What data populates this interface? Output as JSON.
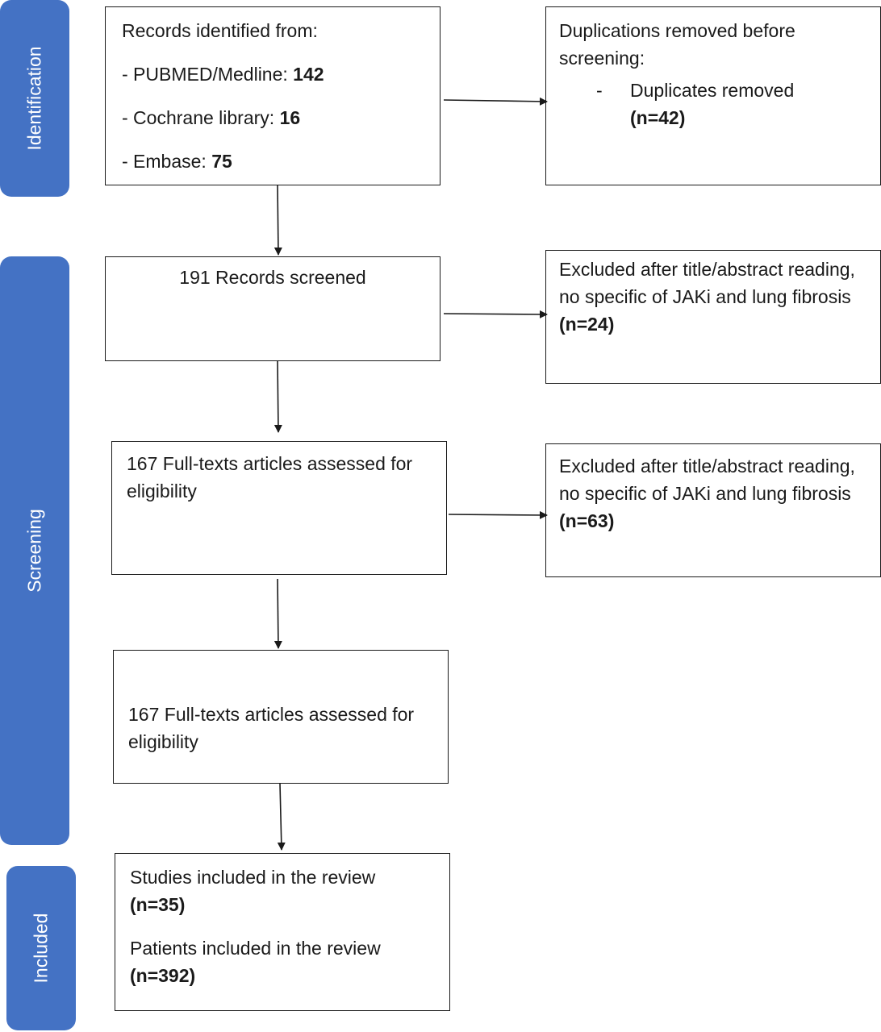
{
  "phases": {
    "identification": "Identification",
    "screening": "Screening",
    "included": "Included"
  },
  "identified": {
    "heading": "Records identified from:",
    "pubmed_label": "- PUBMED/Medline: ",
    "pubmed_count": "142",
    "cochrane_label": "- Cochrane library: ",
    "cochrane_count": "16",
    "embase_label": "- Embase: ",
    "embase_count": "75"
  },
  "duplicates": {
    "heading": "Duplications removed before screening:",
    "dash": "-",
    "item": "Duplicates removed",
    "count": "(n=42)"
  },
  "screened": {
    "text": "191 Records screened"
  },
  "excluded_1": {
    "text": "Excluded after title/abstract reading, no specific of JAKi and lung fibrosis ",
    "count": "(n=24)"
  },
  "fulltext_1": {
    "text": "167 Full-texts articles assessed for eligibility"
  },
  "excluded_2": {
    "text": "Excluded after title/abstract reading, no specific of JAKi and lung fibrosis ",
    "count": "(n=63)"
  },
  "fulltext_2": {
    "text": "167 Full-texts articles assessed for eligibility"
  },
  "included_box": {
    "studies_text": "Studies included in the review",
    "studies_count": "(n=35)",
    "patients_text": "Patients included in the review",
    "patients_count": "(n=392)"
  },
  "colors": {
    "phase_fill": "#4472c4",
    "line": "#1a1a1a"
  }
}
